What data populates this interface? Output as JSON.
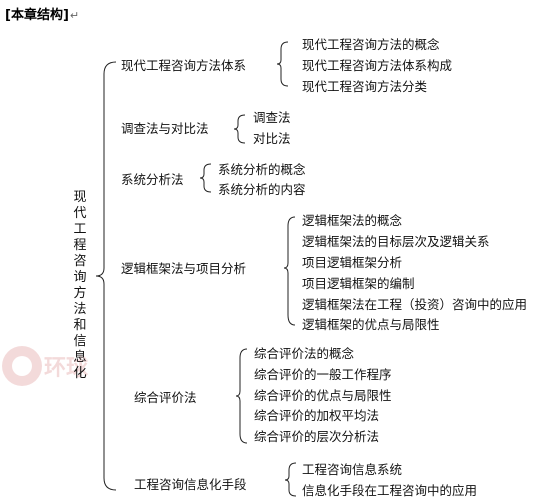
{
  "header": {
    "title": "[本章结构]",
    "mark": "↵"
  },
  "root": "现代工程咨询方法和信息化",
  "watermark": {
    "text": "环球"
  },
  "branches": [
    {
      "label": "现代工程咨询方法体系",
      "children": [
        "现代工程咨询方法的概念",
        "现代工程咨询方法体系构成",
        "现代工程咨询方法分类"
      ]
    },
    {
      "label": "调查法与对比法",
      "children": [
        "调查法",
        "对比法"
      ]
    },
    {
      "label": "系统分析法",
      "children": [
        "系统分析的概念",
        "系统分析的内容"
      ]
    },
    {
      "label": "逻辑框架法与项目分析",
      "children": [
        "逻辑框架法的概念",
        "逻辑框架法的目标层次及逻辑关系",
        "项目逻辑框架分析",
        "项目逻辑框架的编制",
        "逻辑框架法在工程（投资）咨询中的应用",
        "逻辑框架的优点与局限性"
      ]
    },
    {
      "label": "综合评价法",
      "children": [
        "综合评价法的概念",
        "综合评价的一般工作程序",
        "综合评价的优点与局限性",
        "综合评价的加权平均法",
        "综合评价的层次分析法"
      ]
    },
    {
      "label": "工程咨询信息化手段",
      "children": [
        "工程咨询信息系统",
        "信息化手段在工程咨询中的应用"
      ]
    }
  ]
}
